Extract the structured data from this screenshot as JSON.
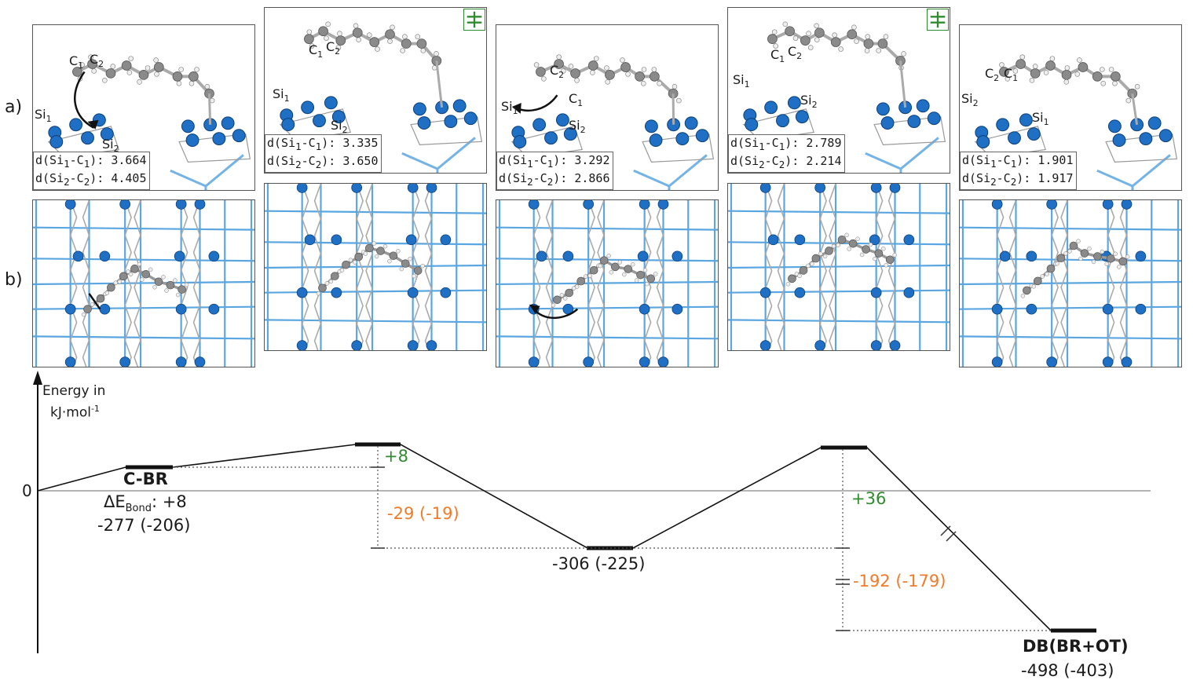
{
  "row_labels": {
    "a": "a)",
    "b": "b)"
  },
  "axis": {
    "title_line1": "Energy in",
    "title_line2": "kJ·mol",
    "title_sup": "-1",
    "zero": "0"
  },
  "panels": [
    {
      "d1_label": "d(Si",
      "d1_sub1": "1",
      "d1_mid": "-C",
      "d1_sub2": "1",
      "d1_value": "): 3.664",
      "d2_label": "d(Si",
      "d2_sub1": "2",
      "d2_mid": "-C",
      "d2_sub2": "2",
      "d2_value": "): 4.405",
      "ts": false
    },
    {
      "d1_label": "d(Si",
      "d1_sub1": "1",
      "d1_mid": "-C",
      "d1_sub2": "1",
      "d1_value": "): 3.335",
      "d2_label": "d(Si",
      "d2_sub1": "2",
      "d2_mid": "-C",
      "d2_sub2": "2",
      "d2_value": "): 3.650",
      "ts": true
    },
    {
      "d1_label": "d(Si",
      "d1_sub1": "1",
      "d1_mid": "-C",
      "d1_sub2": "1",
      "d1_value": "): 3.292",
      "d2_label": "d(Si",
      "d2_sub1": "2",
      "d2_mid": "-C",
      "d2_sub2": "2",
      "d2_value": "): 2.866",
      "ts": false
    },
    {
      "d1_label": "d(Si",
      "d1_sub1": "1",
      "d1_mid": "-C",
      "d1_sub2": "1",
      "d1_value": "): 2.789",
      "d2_label": "d(Si",
      "d2_sub1": "2",
      "d2_mid": "-C",
      "d2_sub2": "2",
      "d2_value": "): 2.214",
      "ts": true
    },
    {
      "d1_label": "d(Si",
      "d1_sub1": "1",
      "d1_mid": "-C",
      "d1_sub2": "1",
      "d1_value": "): 1.901",
      "d2_label": "d(Si",
      "d2_sub1": "2",
      "d2_mid": "-C",
      "d2_sub2": "2",
      "d2_value": "): 1.917",
      "ts": false
    }
  ],
  "atom_labels": {
    "si": "Si",
    "c": "C",
    "one": "1",
    "two": "2"
  },
  "energy": {
    "state1_name": "C-BR",
    "delta_prefix": "ΔE",
    "delta_sub": "Bond",
    "delta_value": ": +8",
    "state1_energy": "-277 (-206)",
    "barrier1": "+8",
    "reaction1": "-29 (-19)",
    "state2_energy": "-306 (-225)",
    "barrier2": "+36",
    "reaction2": "-192 (-179)",
    "state3_name": "DB(BR+OT)",
    "state3_energy": "-498 (-403)"
  },
  "colors": {
    "si_blue": "#1f6fc4",
    "lattice_blue": "#5aa6e0",
    "carbon_gray": "#8a8a8a",
    "green": "#2e8b2e",
    "orange": "#ef7b2a"
  }
}
